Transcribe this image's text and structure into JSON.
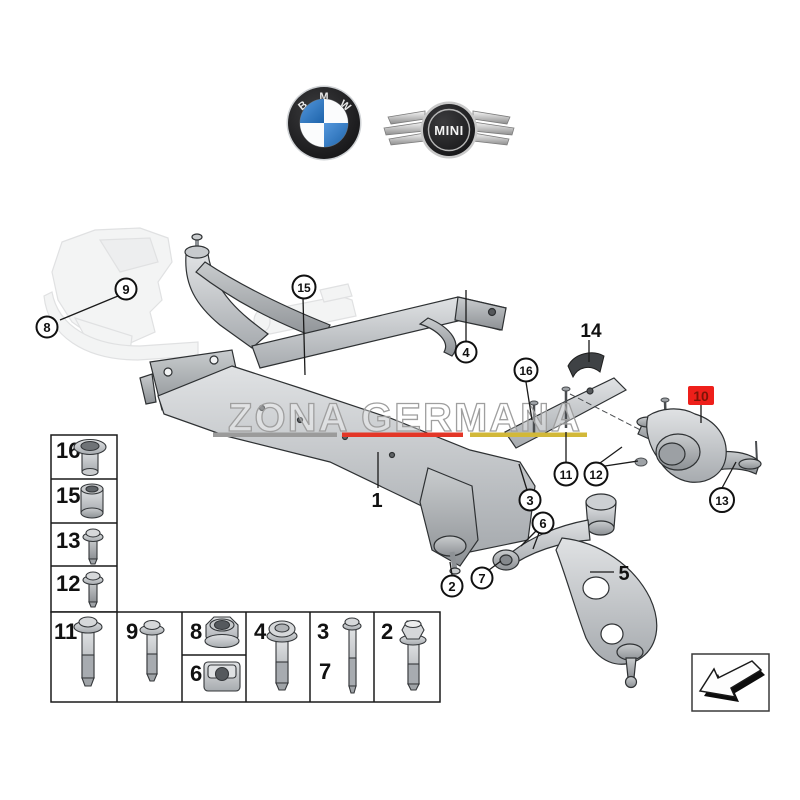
{
  "brand": {
    "bmw": {
      "letters": [
        "B",
        "M",
        "W"
      ],
      "blue": "#3c7fc4"
    },
    "mini": {
      "name": "MINI"
    }
  },
  "watermark": {
    "text": "ZONA GERMANA",
    "underline": [
      "#9b9b9b",
      "#e33627",
      "#d2b838"
    ]
  },
  "diagram": {
    "labels": {
      "1": "1",
      "2": "2",
      "3": "3",
      "4": "4",
      "5": "5",
      "6": "6",
      "7": "7",
      "8": "8",
      "9": "9",
      "11": "11",
      "12": "12",
      "13": "13",
      "14": "14",
      "15": "15",
      "16": "16"
    },
    "highlight": {
      "label": "10",
      "bg": "#ee1f1a",
      "fg": "#7e1407"
    }
  },
  "legend": {
    "left_column": [
      {
        "num": "16",
        "part": "rivet-nut"
      },
      {
        "num": "15",
        "part": "spacer-sleeve"
      },
      {
        "num": "13",
        "part": "washer-bolt"
      },
      {
        "num": "12",
        "part": "washer-bolt"
      }
    ],
    "bottom_row": [
      {
        "num": "11",
        "part": "long-bolt"
      },
      {
        "num": "9",
        "part": "bolt"
      },
      {
        "num": "8",
        "part": "flange-nut"
      },
      {
        "num": "6",
        "part": "square-nut"
      },
      {
        "num": "4",
        "part": "flange-bolt"
      },
      {
        "num": "3",
        "num2": "7",
        "part": "thin-long-bolt"
      },
      {
        "num": "2",
        "part": "hex-bolt"
      }
    ]
  },
  "direction_box": {
    "icon": "direction-arrow-down-left"
  }
}
